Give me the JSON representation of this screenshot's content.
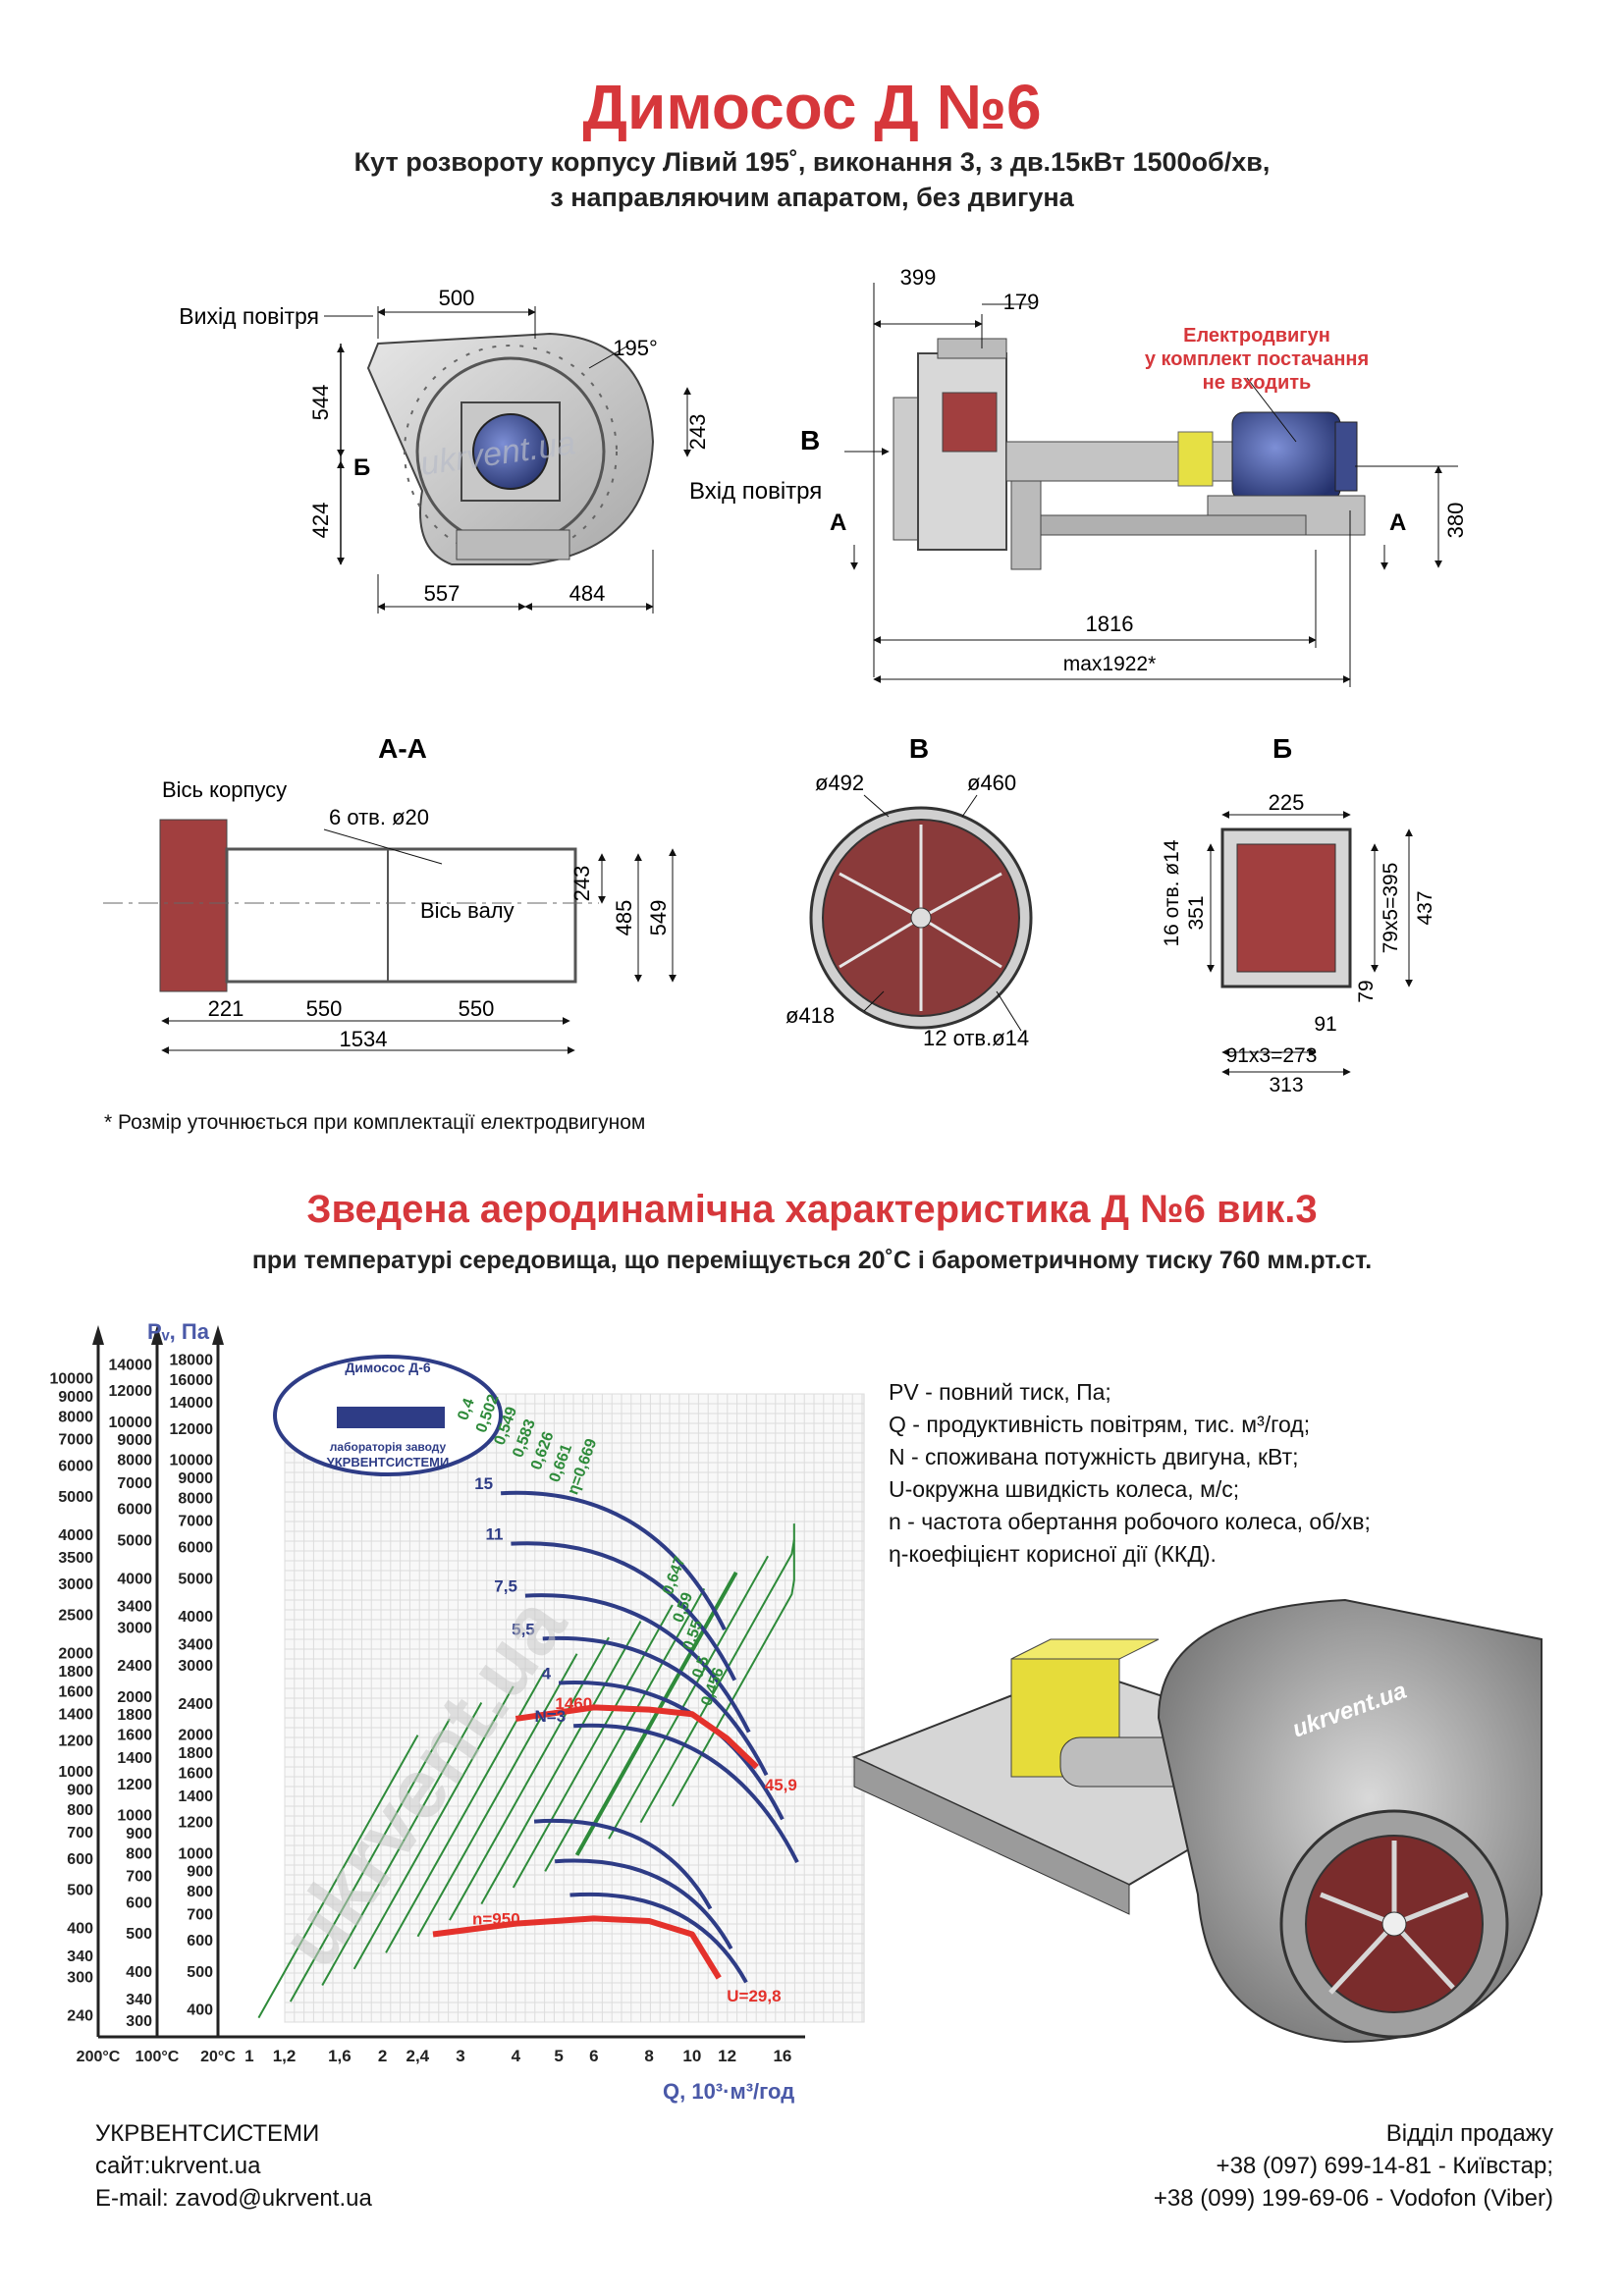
{
  "header": {
    "title": "Димосос  Д №6",
    "subtitle_line1": "Кут розвороту корпусу Лівий 195˚, виконання 3, з дв.15кВт 1500об/хв,",
    "subtitle_line2": "з направляючим апаратом, без двигуна"
  },
  "drawing_front": {
    "out_air": "Вихід повітря",
    "angle": "195°",
    "d500": "500",
    "d544": "544",
    "d424": "424",
    "d243": "243",
    "d557": "557",
    "d484": "484",
    "mark_b": "Б",
    "watermark": "ukrvent.ua"
  },
  "drawing_side": {
    "d399": "399",
    "d179": "179",
    "motor_note_1": "Електродвигун",
    "motor_note_2": "у комплект постачання",
    "motor_note_3": "не входить",
    "mark_v": "В",
    "mark_a": "А",
    "in_air": "Вхід повітря",
    "d380": "380",
    "d1816": "1816",
    "dmax": "max1922*"
  },
  "section_aa": {
    "title": "А-А",
    "axis_body": "Вісь корпусу",
    "holes": "6 отв. ø20",
    "axis_shaft": "Вісь валу",
    "d243": "243",
    "d485": "485",
    "d549": "549",
    "d221": "221",
    "d550a": "550",
    "d550b": "550",
    "d1534": "1534"
  },
  "view_v": {
    "title": "В",
    "d492": "ø492",
    "d460": "ø460",
    "d418": "ø418",
    "holes": "12 отв.ø14"
  },
  "view_b": {
    "title": "Б",
    "d225": "225",
    "holes": "16 отв. ø14",
    "d351": "351",
    "d79x5": "79x5=395",
    "d437": "437",
    "d79": "79",
    "d91": "91",
    "d91x3": "91x3=273",
    "d313": "313"
  },
  "note": "* Розмір уточнюється при комплектації електродвигуном",
  "aero": {
    "title": "Зведена аеродинамічна характеристика Д №6 вик.3",
    "subtitle": "при температурі середовища, що переміщується 20˚С і барометричному тиску 760 мм.рт.ст."
  },
  "legend": [
    "PV - повний тиск, Па;",
    "Q - продуктивність повітрям, тис. м³/год;",
    "N - споживана потужність двигуна, кВт;",
    "U-окружна швидкість колеса, м/с;",
    "n - частота обертання робочого колеса, об/хв;",
    "η-коефіцієнт корисної дії (ККД)."
  ],
  "chart_data": {
    "type": "line",
    "ylabel": "Pᵥ, Па",
    "xlabel": "Q, 10³·м³/год",
    "logo_top": "Димосос Д-6",
    "logo_mid": "лабораторія заводу",
    "logo_bottom": "УКРВЕНТСИСТЕМИ",
    "watermark": "ukrvent.ua",
    "y_scales": {
      "200°C": [
        240,
        300,
        340,
        400,
        500,
        600,
        700,
        800,
        900,
        1000,
        1200,
        1400,
        1600,
        1800,
        2000,
        2500,
        3000,
        3500,
        4000,
        5000,
        6000,
        7000,
        8000,
        9000,
        10000
      ],
      "100°C": [
        300,
        340,
        400,
        500,
        600,
        700,
        800,
        900,
        1000,
        1200,
        1400,
        1600,
        1800,
        2000,
        2400,
        3000,
        3400,
        4000,
        5000,
        6000,
        7000,
        8000,
        9000,
        10000,
        12000,
        14000
      ],
      "20°C": [
        400,
        500,
        600,
        700,
        800,
        900,
        1000,
        1200,
        1400,
        1600,
        1800,
        2000,
        2400,
        3000,
        3400,
        4000,
        5000,
        6000,
        7000,
        8000,
        9000,
        10000,
        12000,
        14000,
        16000,
        18000
      ]
    },
    "x_axis": {
      "temperatures": [
        "200°C",
        "100°C",
        "20°C"
      ],
      "ticks": [
        "1",
        "1,2",
        "1,6",
        "2",
        "2,4",
        "3",
        "4",
        "5",
        "6",
        "8",
        "10",
        "12",
        "16"
      ]
    },
    "power_labels": [
      "15",
      "11",
      "7,5",
      "5,5",
      "4",
      "N=3"
    ],
    "efficiency_labels": [
      "0,4",
      "0,502",
      "0,549",
      "0,583",
      "0,626",
      "0,661",
      "η=0,669",
      "0,647",
      "0,59",
      "0,55",
      "0,5",
      "0,456"
    ],
    "series": [
      {
        "name": "1460",
        "points": [
          [
            4,
            1460
          ],
          [
            6,
            1560
          ],
          [
            8,
            1540
          ],
          [
            10,
            1500
          ],
          [
            12,
            1300
          ],
          [
            14,
            1100
          ]
        ],
        "end_label": "45,9"
      },
      {
        "name": "n=950",
        "points": [
          [
            2.6,
            620
          ],
          [
            4,
            660
          ],
          [
            6,
            680
          ],
          [
            8,
            670
          ],
          [
            10,
            620
          ],
          [
            11.5,
            480
          ]
        ],
        "end_label": "U=29,8"
      }
    ]
  },
  "footer": {
    "company": "УКРВЕНТСИСТЕМИ",
    "site": "сайт:ukrvent.ua",
    "email": "E-mail: zavod@ukrvent.ua",
    "sales": "Відділ продажу",
    "phone1": "+38 (097) 699-14-81 - Київстар;",
    "phone2": "+38 (099) 199-69-06 - Vodofon (Viber)"
  },
  "colors": {
    "accent_red": "#d6373b",
    "chart_blue": "#2e3c86",
    "chart_green": "#2e8b3a",
    "chart_red": "#e4312b",
    "axis_label": "#4a59a8"
  }
}
